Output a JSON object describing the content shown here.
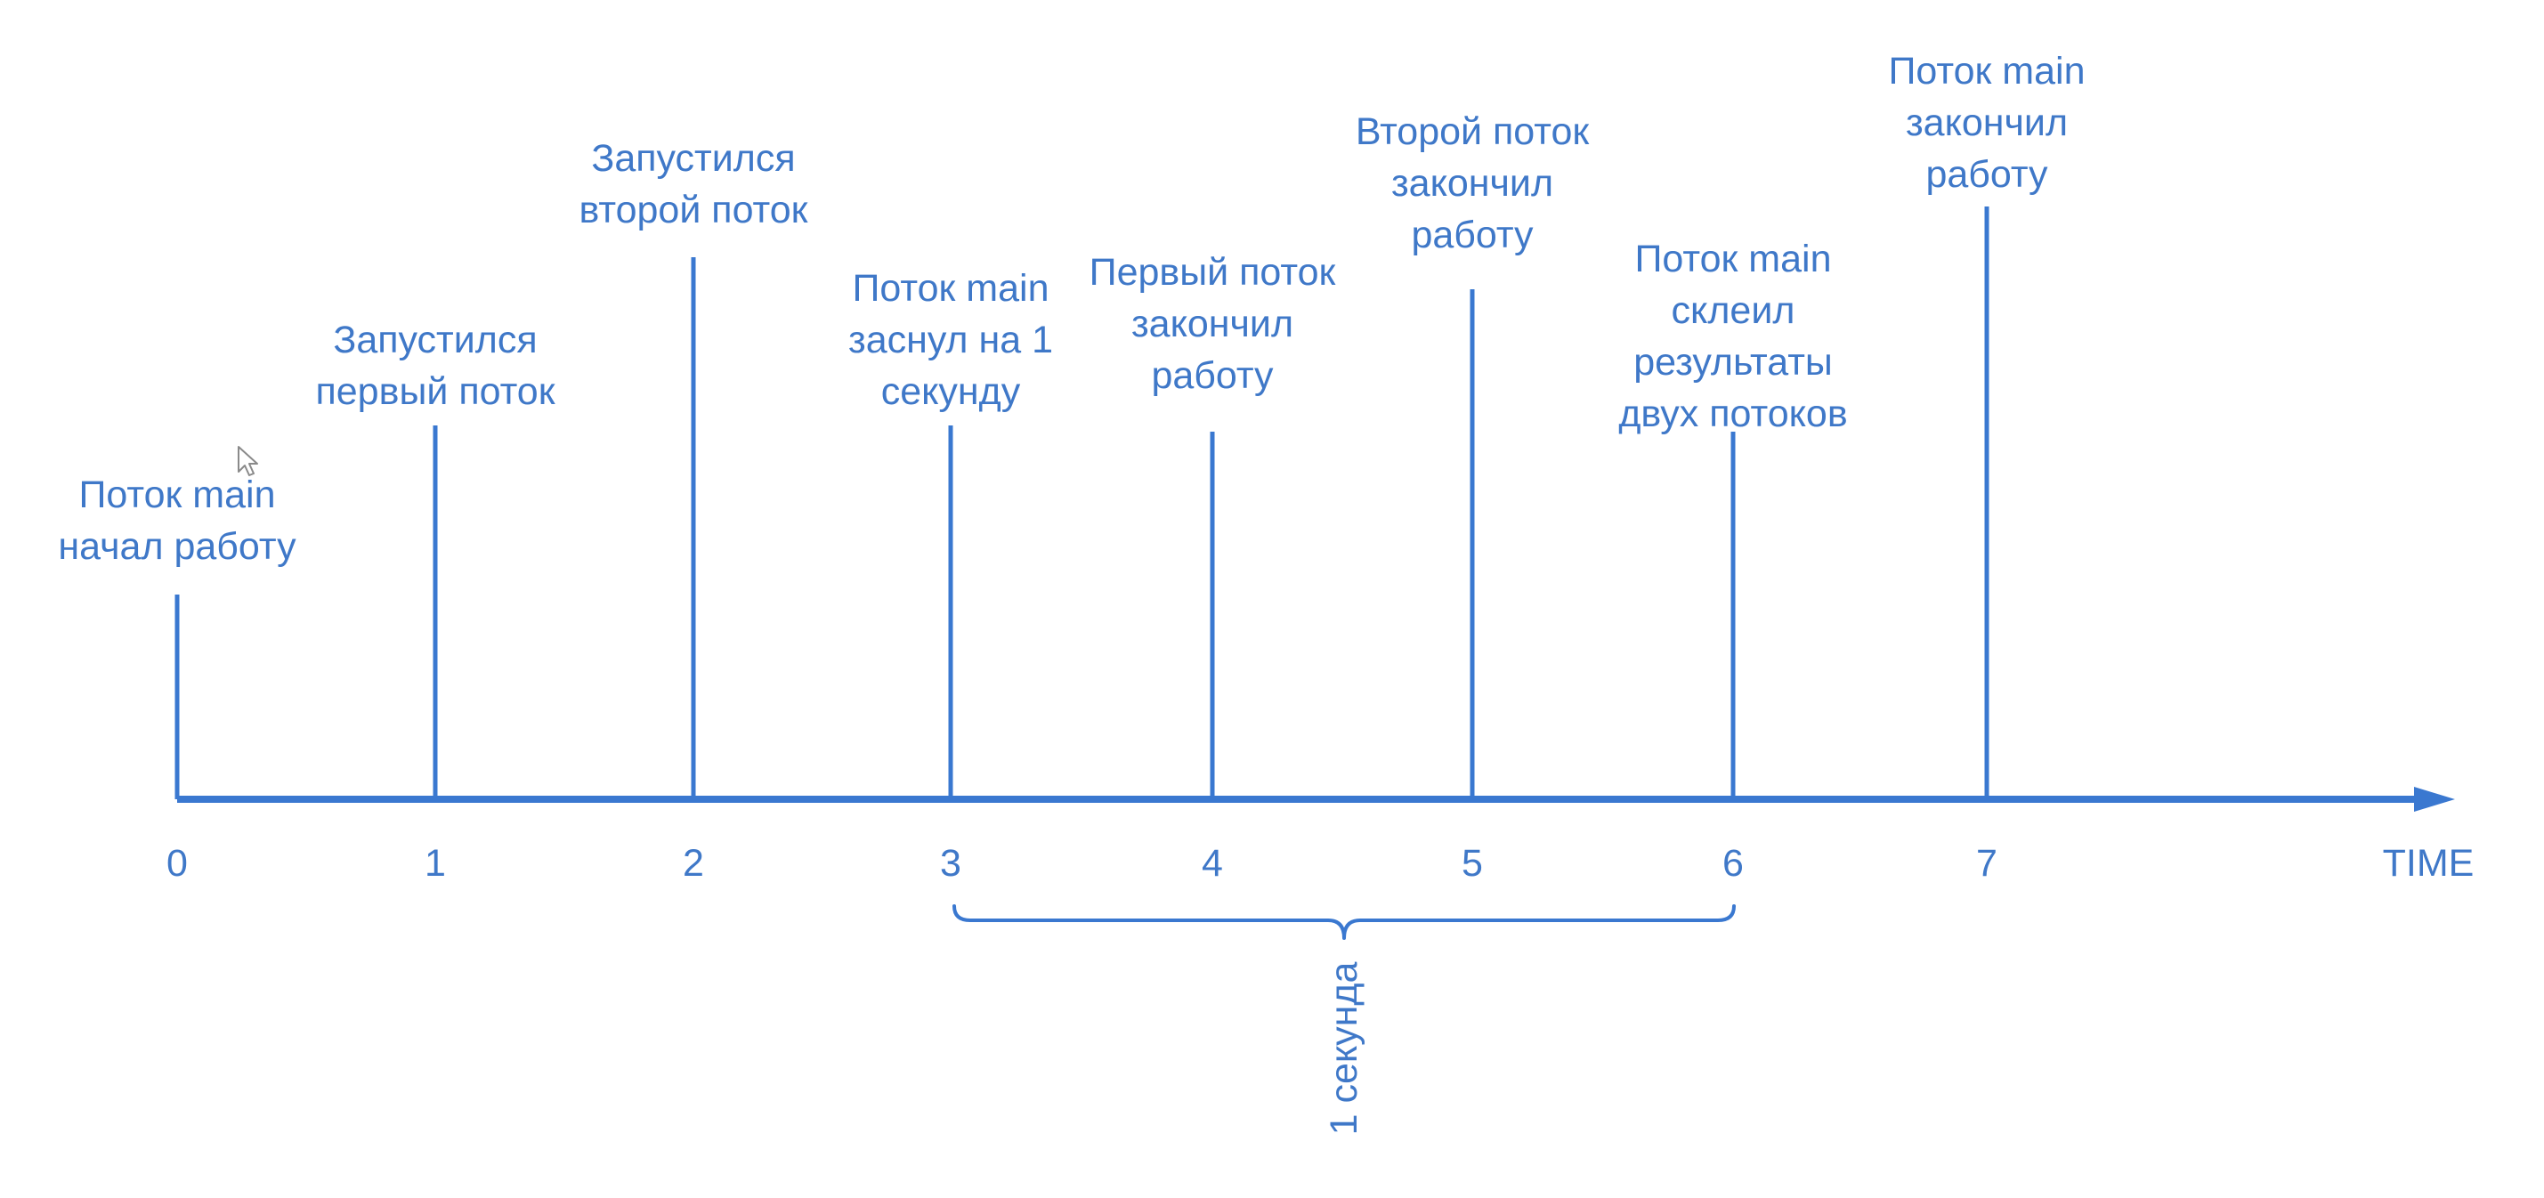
{
  "diagram": {
    "axis": {
      "label": "TIME",
      "ticks": [
        "0",
        "1",
        "2",
        "3",
        "4",
        "5",
        "6",
        "7"
      ]
    },
    "events": [
      {
        "lines": [
          "Поток main",
          "начал работу"
        ]
      },
      {
        "lines": [
          "Запустился",
          "первый поток"
        ]
      },
      {
        "lines": [
          "Запустился",
          "второй поток"
        ]
      },
      {
        "lines": [
          "Поток main",
          "заснул на 1",
          "секунду"
        ]
      },
      {
        "lines": [
          "Первый поток",
          "закончил",
          "работу"
        ]
      },
      {
        "lines": [
          "Второй поток",
          "закончил",
          "работу"
        ]
      },
      {
        "lines": [
          "Поток main",
          "склеил",
          "результаты",
          "двух потоков"
        ]
      },
      {
        "lines": [
          "Поток main",
          "закончил",
          "работу"
        ]
      }
    ],
    "brace": {
      "label": "1 секунда"
    },
    "colors": {
      "line": "#3a78d0",
      "text": "#3f78c8"
    }
  }
}
